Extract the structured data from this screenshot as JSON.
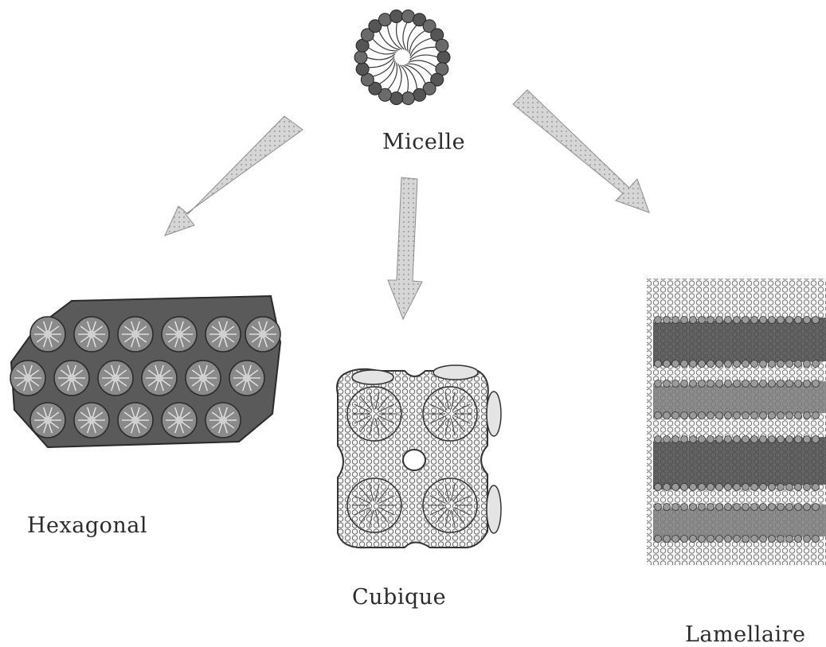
{
  "labels": {
    "micelle": "Micelle",
    "hexagonal": "Hexagonal",
    "cubic": "Cubique",
    "lamellar": "Lamellaire"
  },
  "colors": {
    "ink": "#2b2b2b",
    "arrow_fill": "#d4d4d4",
    "arrow_stroke": "#9a9a9a",
    "head_dark": "#4a4a4a",
    "head_mid": "#7a7a7a",
    "cylinder": "#e4e4e4"
  },
  "arrows": [
    {
      "name": "arrow-to-hexagonal",
      "from": "micelle",
      "to": "hexagonal"
    },
    {
      "name": "arrow-to-cubic",
      "from": "micelle",
      "to": "cubic"
    },
    {
      "name": "arrow-to-lamellar",
      "from": "micelle",
      "to": "lamellar"
    }
  ]
}
